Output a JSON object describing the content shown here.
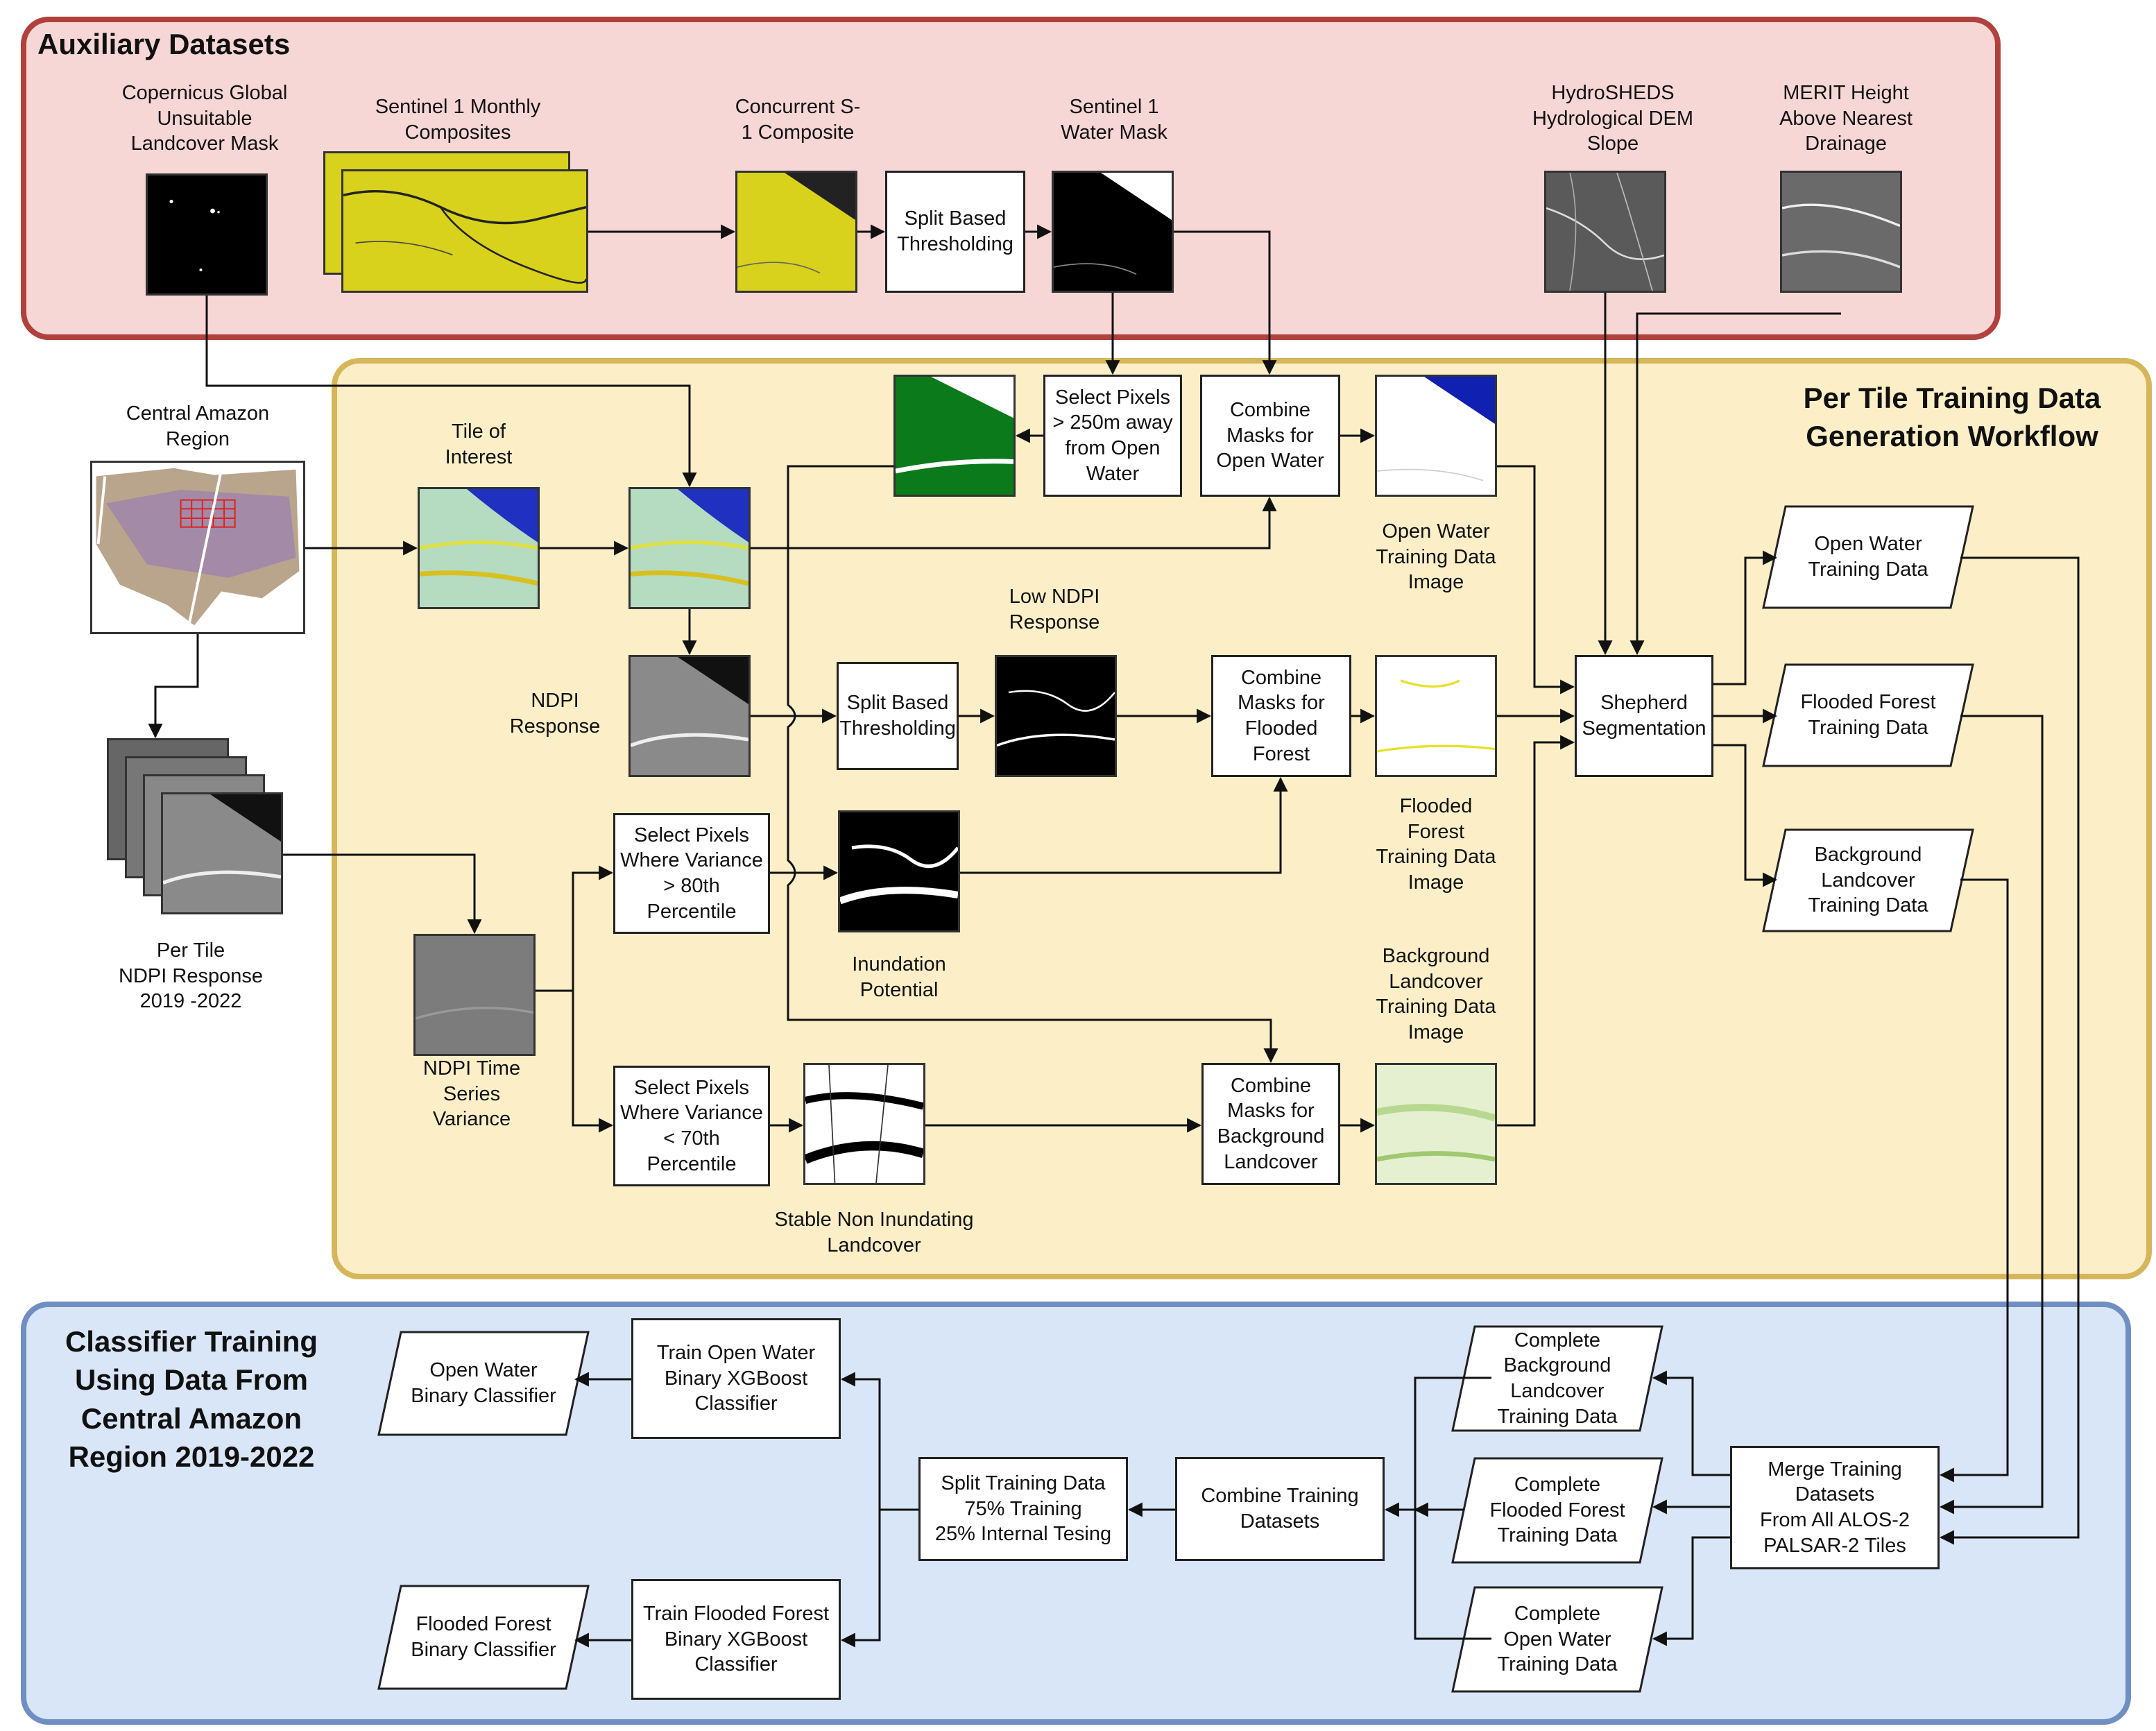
{
  "lanes": {
    "aux_title": "Auxiliary Datasets",
    "tile_title": "Per Tile Training Data\nGeneration Workflow",
    "cls_title": "Classifier Training\nUsing Data From\nCentral Amazon\nRegion 2019-2022"
  },
  "labels": {
    "copernicus": "Copernicus Global\nUnsuitable\nLandcover Mask",
    "s1_monthly": "Sentinel 1 Monthly\nComposites",
    "concurrent": "Concurrent S-\n1 Composite",
    "water_mask": "Sentinel 1\nWater Mask",
    "hydrosheds": "HydroSHEDS\nHydrological DEM\nSlope",
    "merit": "MERIT Height\nAbove Nearest\nDrainage",
    "central_amazon": "Central Amazon\nRegion",
    "tile_of_interest": "Tile of\nInterest",
    "ndpi_response": "NDPI\nResponse",
    "per_tile_ndpi": "Per Tile\nNDPI Response\n2019 -2022",
    "ndpi_variance": "NDPI Time\nSeries\nVariance",
    "low_ndpi": "Low NDPI\nResponse",
    "inundation": "Inundation\nPotential",
    "stable": "Stable Non Inundating\nLandcover",
    "ow_image": "Open Water\nTraining Data\nImage",
    "ff_image": "Flooded\nForest\nTraining Data\nImage",
    "bg_image": "Background\nLandcover\nTraining Data\nImage"
  },
  "boxes": {
    "split_thresh_1": "Split Based\nThresholding",
    "select_250m": "Select Pixels\n> 250m away\nfrom Open\nWater",
    "combine_ow": "Combine\nMasks for\nOpen Water",
    "split_thresh_2": "Split Based\nThresholding",
    "combine_ff": "Combine\nMasks for\nFlooded\nForest",
    "select_80": "Select Pixels\nWhere Variance\n> 80th\nPercentile",
    "select_70": "Select Pixels\nWhere Variance\n< 70th\nPercentile",
    "combine_bg": "Combine\nMasks for\nBackground\nLandcover",
    "shepherd": "Shepherd\nSegmentation",
    "train_ow": "Train Open Water\nBinary XGBoost\nClassifier",
    "train_ff": "Train Flooded Forest\nBinary XGBoost\nClassifier",
    "split_train": "Split Training Data\n75% Training\n25% Internal Tesing",
    "combine_train": "Combine Training\nDatasets",
    "merge_train": "Merge Training\nDatasets\nFrom All ALOS-2\nPALSAR-2 Tiles"
  },
  "parallelograms": {
    "ow_training": "Open Water\nTraining Data",
    "ff_training": "Flooded Forest\nTraining Data",
    "bg_training": "Background\nLandcover\nTraining Data",
    "ow_classifier": "Open Water\nBinary Classifier",
    "ff_classifier": "Flooded Forest\nBinary Classifier",
    "complete_bg": "Complete\nBackground\nLandcover\nTraining Data",
    "complete_ff": "Complete\nFlooded Forest\nTraining Data",
    "complete_ow": "Complete\nOpen Water\nTraining Data"
  },
  "colors": {
    "aux_fill": "#f7d7d5",
    "aux_border": "#b0413d",
    "tile_fill": "#fcefc8",
    "tile_border": "#d6b65a",
    "cls_fill": "#d9e6f7",
    "cls_border": "#6f8fc2"
  }
}
